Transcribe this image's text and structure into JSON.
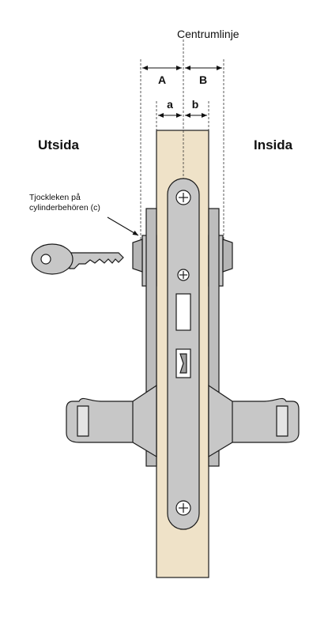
{
  "labels": {
    "centerline": "Centrumlinje",
    "outside": "Utsida",
    "inside": "Insida",
    "dim_a_upper": "A",
    "dim_b_upper": "B",
    "dim_a_lower": "a",
    "dim_b_lower": "b",
    "thickness_note_line1": "Tjockleken på",
    "thickness_note_line2": "cylinderbehören (c)"
  },
  "colors": {
    "door": "#efe2c8",
    "metal": "#c7c7c7",
    "metal_dark": "#9e9e9e",
    "outline": "#1a1a1a"
  }
}
